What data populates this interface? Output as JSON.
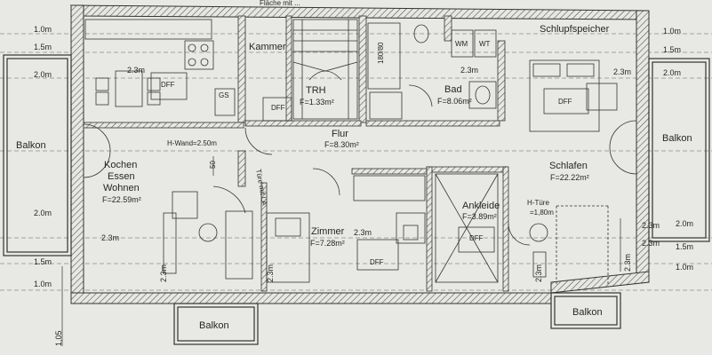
{
  "plan": {
    "header_text": "Fläche mit ... ",
    "rooms": {
      "kammer": {
        "name": "Kammer"
      },
      "trh": {
        "name": "TRH",
        "area": "F=1.33m²"
      },
      "bad": {
        "name": "Bad",
        "area": "F=8.06m²"
      },
      "wm": {
        "name": "WM"
      },
      "wt": {
        "name": "WT"
      },
      "schlupfspeicher": {
        "name": "Schlupfspeicher"
      },
      "flur": {
        "name": "Flur",
        "area": "F=8.30m²"
      },
      "kochen": {
        "name_line1": "Kochen",
        "name_line2": "Essen",
        "name_line3": "Wohnen",
        "area": "F=22.59m²"
      },
      "schlafen": {
        "name": "Schlafen",
        "area": "F=22.22m²"
      },
      "zimmer": {
        "name": "Zimmer",
        "area": "F=7.28m²"
      },
      "ankleide": {
        "name": "Ankleide",
        "area": "F=3.89m²"
      }
    },
    "balconies": {
      "left": "Balkon",
      "right": "Balkon",
      "bottom_left": "Balkon",
      "bottom_right": "Balkon"
    },
    "notes": {
      "h_wand": "H-Wand=2.50m",
      "h_tuere": "H-Türe",
      "h_tuere_val": "=1,80m",
      "tuere_mit_la": "Türe mit LA",
      "gs": "GS",
      "shower": "180/80",
      "dff": "DFF",
      "dim_50": "50"
    },
    "dimensions": {
      "d1_0": "1.0m",
      "d1_5": "1.5m",
      "d2_0": "2.0m",
      "d2_3": "2.3m",
      "d1_05": "1,05"
    }
  }
}
